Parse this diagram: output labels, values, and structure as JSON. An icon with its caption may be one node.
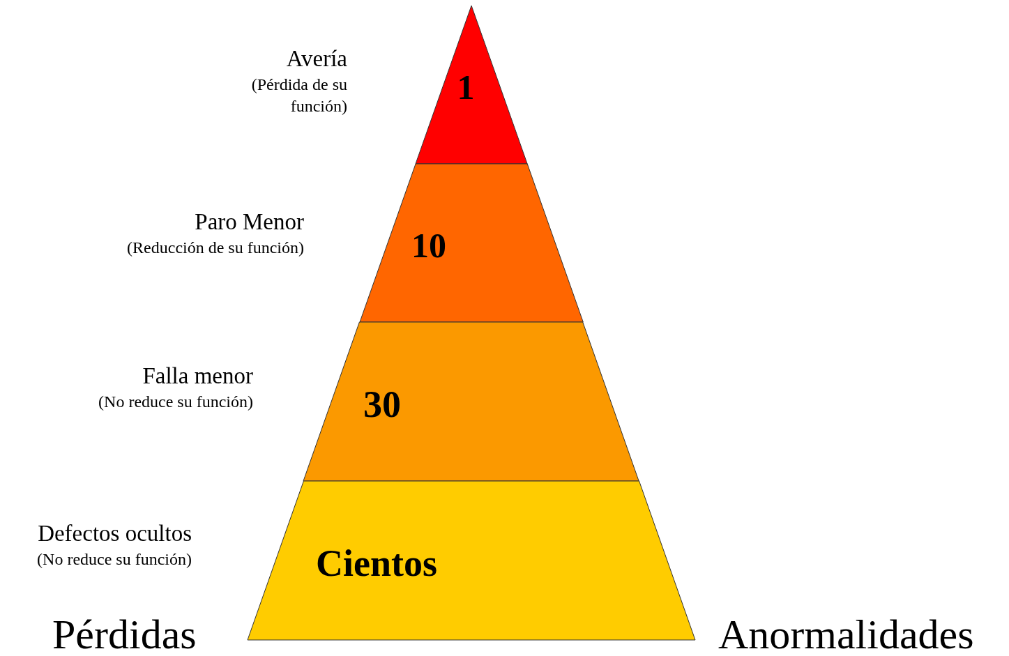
{
  "diagram": {
    "nodes": [
      {
        "text": [
          "1"
        ],
        "beside": [
          "Avería",
          "(Pérdida de su función)"
        ]
      },
      {
        "text": [
          "10"
        ],
        "beside": [
          "Paro Menor",
          "(Reducción de su función)"
        ]
      },
      {
        "text": [
          "30"
        ],
        "beside": [
          "Falla menor",
          "(No reduce su función)"
        ]
      },
      {
        "text": [
          "Cientos"
        ],
        "beside": [
          "Defectos ocultos",
          "(No reduce su función)"
        ]
      }
    ],
    "edges": [],
    "labels": [
      "Pérdidas",
      "Anormalidades"
    ]
  }
}
